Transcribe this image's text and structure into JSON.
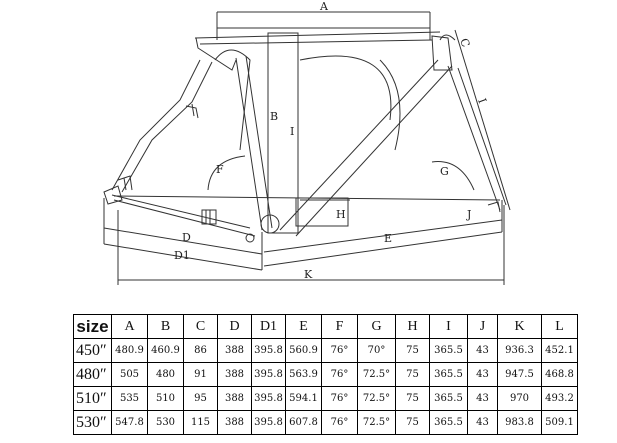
{
  "labels": {
    "A": "A",
    "B": "B",
    "C": "C",
    "D": "D",
    "D1": "D1",
    "E": "E",
    "F": "F",
    "G": "G",
    "H": "H",
    "I": "I",
    "J": "J",
    "K": "K",
    "L": "L"
  },
  "table": {
    "headers": [
      "size",
      "A",
      "B",
      "C",
      "D",
      "D1",
      "E",
      "F",
      "G",
      "H",
      "I",
      "J",
      "K",
      "L"
    ],
    "rows": [
      [
        "450″",
        "480.9",
        "460.9",
        "86",
        "388",
        "395.8",
        "560.9",
        "76°",
        "70°",
        "75",
        "365.5",
        "43",
        "936.3",
        "452.1"
      ],
      [
        "480″",
        "505",
        "480",
        "91",
        "388",
        "395.8",
        "563.9",
        "76°",
        "72.5°",
        "75",
        "365.5",
        "43",
        "947.5",
        "468.8"
      ],
      [
        "510″",
        "535",
        "510",
        "95",
        "388",
        "395.8",
        "594.1",
        "76°",
        "72.5°",
        "75",
        "365.5",
        "43",
        "970",
        "493.2"
      ],
      [
        "530″",
        "547.8",
        "530",
        "115",
        "388",
        "395.8",
        "607.8",
        "76°",
        "72.5°",
        "75",
        "365.5",
        "43",
        "983.8",
        "509.1"
      ]
    ]
  }
}
